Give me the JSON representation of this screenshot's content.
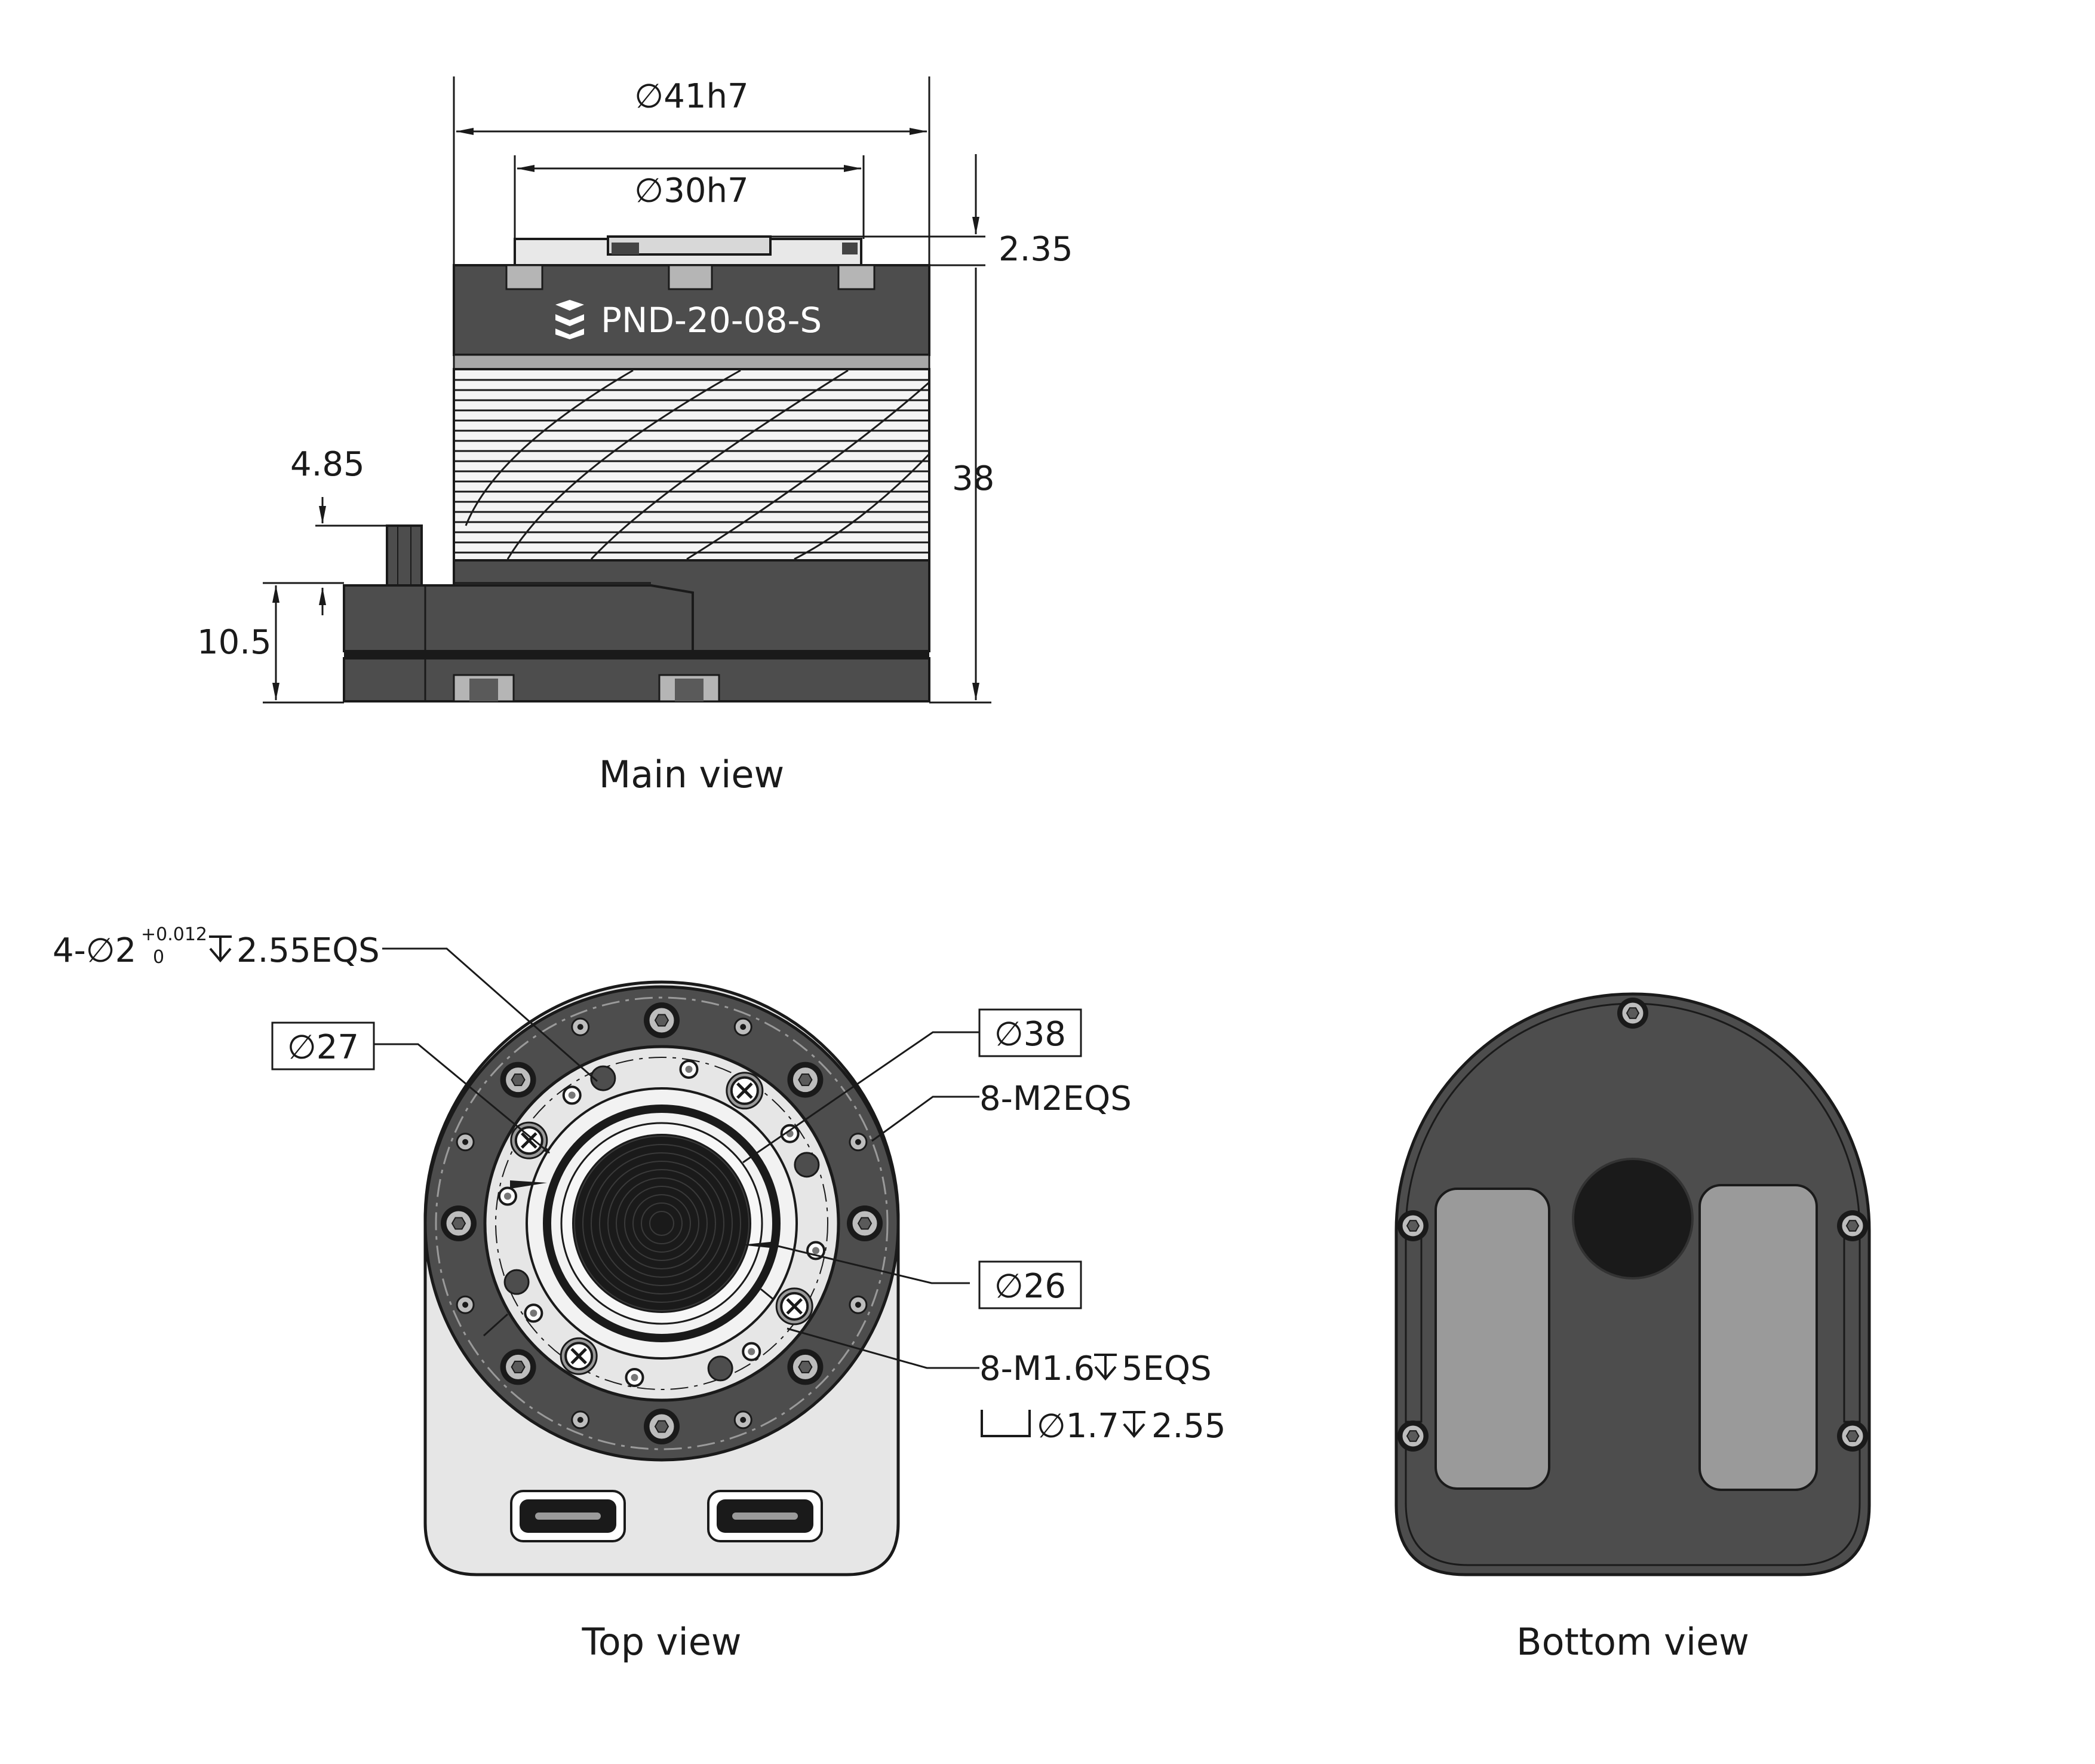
{
  "model_label": "PND-20-08-S",
  "main_view": {
    "caption": "Main view",
    "dims": {
      "outer_diameter": "∅41h7",
      "inner_diameter": "∅30h7",
      "top_offset": "2.35",
      "height": "38",
      "connector_offset": "4.85",
      "base_height": "10.5"
    }
  },
  "top_view": {
    "caption": "Top view",
    "callouts": {
      "pin_holes_prefix": "4-∅2",
      "pin_holes_tol_upper": "+0.012",
      "pin_holes_tol_lower": "0",
      "pin_holes_depth": "2.55EQS",
      "d27": "∅27",
      "d38": "∅38",
      "m2": "8-M2EQS",
      "d26": "∅26",
      "m16_prefix": "8-M1.6",
      "m16_depth": "5EQS",
      "cbore_diameter": "∅1.7",
      "cbore_depth": "2.55"
    }
  },
  "bottom_view": {
    "caption": "Bottom view"
  },
  "colors": {
    "housing_dark": "#4d4d4d",
    "housing_mid": "#5e5e5e",
    "pad_gray": "#9a9a9a",
    "light_fill": "#e6e6e6",
    "line": "#1a1a1a"
  }
}
